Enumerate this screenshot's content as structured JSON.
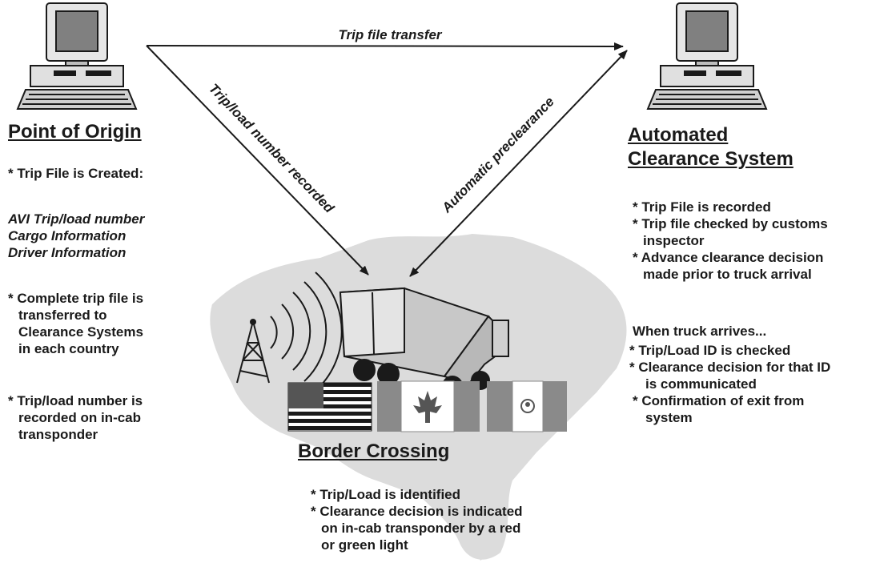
{
  "arrows": {
    "top": "Trip file transfer",
    "left": "Trip/load number recorded",
    "right": "Automatic preclearance"
  },
  "origin": {
    "heading": "Point of Origin",
    "created": "* Trip File is Created:",
    "details": [
      "AVI Trip/load number",
      "Cargo Information",
      "Driver Information"
    ],
    "transferred": [
      "* Complete trip file is",
      "transferred to",
      "Clearance Systems",
      "in each country"
    ],
    "recorded": [
      "* Trip/load number is",
      "recorded on in-cab",
      "transponder"
    ]
  },
  "clearance": {
    "heading": [
      "Automated",
      "Clearance System"
    ],
    "items": [
      "* Trip File is recorded",
      "* Trip file checked by customs",
      "inspector",
      "* Advance clearance decision",
      "made prior to truck arrival"
    ],
    "arrival_heading": "When truck arrives...",
    "arrival_items": [
      "* Trip/Load ID is checked",
      "* Clearance decision for that ID",
      "is communicated",
      "* Confirmation of exit from",
      "system"
    ]
  },
  "border": {
    "heading": "Border Crossing",
    "items": [
      "* Trip/Load is identified",
      "* Clearance decision is indicated",
      "on in-cab transponder by a red",
      "or green light"
    ]
  },
  "icons": {
    "computers": [
      "computer-icon",
      "computer-icon"
    ],
    "truck": "truck-icon",
    "tower": "radio-tower-icon",
    "map": "north-america-map",
    "flags": [
      "usa-flag-icon",
      "canada-flag-icon",
      "mexico-flag-icon"
    ]
  },
  "colors": {
    "ink": "#1a1a1a",
    "map": "#dcdcdc",
    "flag_gray": "#8a8a8a"
  }
}
